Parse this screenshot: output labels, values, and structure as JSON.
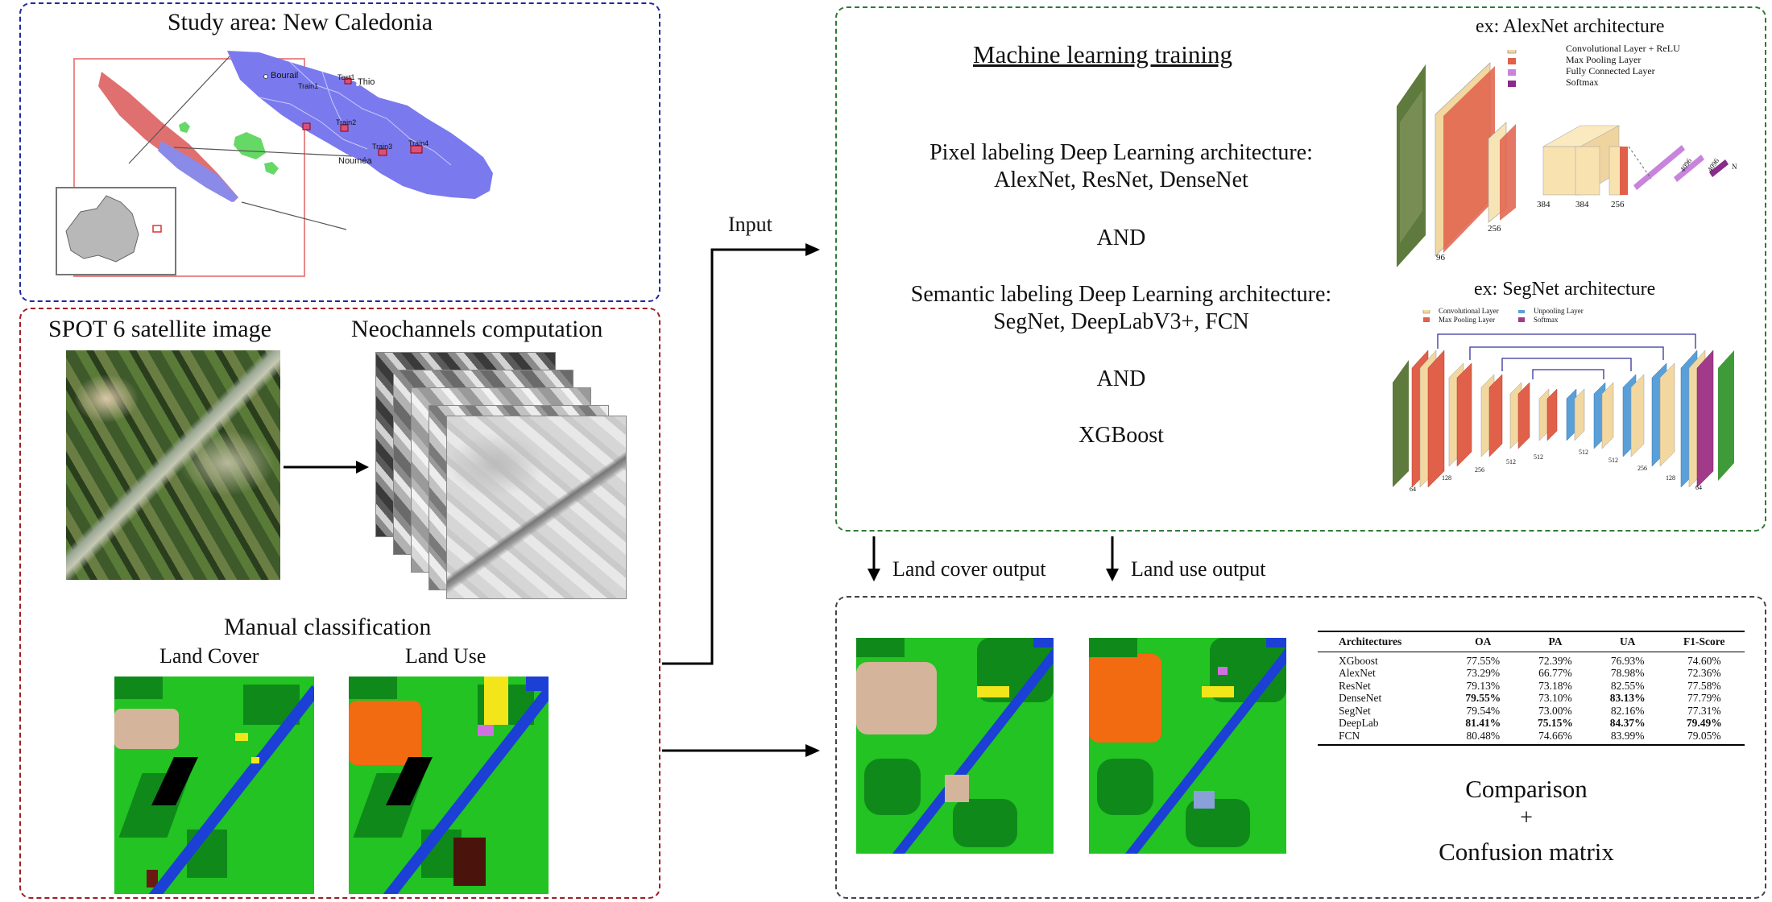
{
  "study_area": {
    "title": "Study area: New Caledonia",
    "places": [
      "Bourail",
      "Thio",
      "Nouméa"
    ],
    "zones": [
      "Test1",
      "Train1",
      "Train2",
      "Train3",
      "Train4"
    ]
  },
  "input_panel": {
    "spot_title": "SPOT 6 satellite image",
    "neo_title": "Neochannels computation",
    "manual_title": "Manual classification",
    "land_cover": "Land Cover",
    "land_use": "Land Use"
  },
  "arrow_input_label": "Input",
  "ml": {
    "title": "Machine learning training",
    "pixel_line1": "Pixel labeling Deep Learning architecture:",
    "pixel_line2": "AlexNet, ResNet, DenseNet",
    "and1": "AND",
    "sem_line1": "Semantic labeling Deep Learning architecture:",
    "sem_line2": "SegNet, DeepLabV3+, FCN",
    "and2": "AND",
    "xgb": "XGBoost",
    "alexnet_caption": "ex: AlexNet architecture",
    "alexnet_legend": [
      "Convolutional Layer + ReLU",
      "Max Pooling Layer",
      "Fully Connected Layer",
      "Softmax"
    ],
    "alexnet_sizes": [
      "96",
      "256",
      "384",
      "384",
      "256",
      "4096",
      "4096",
      "N"
    ],
    "segnet_caption": "ex: SegNet architecture",
    "segnet_legend": [
      "Convolutional Layer",
      "Max Pooling Layer",
      "Unpooling Layer",
      "Softmax"
    ],
    "segnet_sizes": [
      "64",
      "128",
      "256",
      "512",
      "512",
      "512",
      "512",
      "256",
      "128",
      "64"
    ]
  },
  "outputs": {
    "land_cover": "Land cover output",
    "land_use": "Land use output"
  },
  "results": {
    "headers": [
      "Architectures",
      "OA",
      "PA",
      "UA",
      "F1-Score"
    ],
    "rows": [
      [
        "XGboost",
        "77.55%",
        "72.39%",
        "76.93%",
        "74.60%"
      ],
      [
        "AlexNet",
        "73.29%",
        "66.77%",
        "78.98%",
        "72.36%"
      ],
      [
        "ResNet",
        "79.13%",
        "73.18%",
        "82.55%",
        "77.58%"
      ],
      [
        "DenseNet",
        "79.55%",
        "73.10%",
        "83.13%",
        "77.79%"
      ],
      [
        "SegNet",
        "79.54%",
        "73.00%",
        "82.16%",
        "77.31%"
      ],
      [
        "DeepLab",
        "81.41%",
        "75.15%",
        "84.37%",
        "79.49%"
      ],
      [
        "FCN",
        "80.48%",
        "74.66%",
        "83.99%",
        "79.05%"
      ]
    ],
    "bold": [
      [
        3,
        1
      ],
      [
        3,
        3
      ],
      [
        5,
        1
      ],
      [
        5,
        2
      ],
      [
        5,
        3
      ],
      [
        5,
        4
      ]
    ],
    "comparison": "Comparison",
    "plus": "+",
    "confusion": "Confusion matrix"
  },
  "colors": {
    "study_border": "#1f2a9c",
    "input_border": "#a01c22",
    "ml_border": "#2f7a35",
    "output_border": "#444444",
    "lc_green": "#22c322",
    "lc_dark_green": "#0f8a1a",
    "lc_tan": "#d4b49a",
    "lu_orange": "#f26b10",
    "water_blue": "#1c3fd6",
    "yellow": "#f2e61a"
  }
}
